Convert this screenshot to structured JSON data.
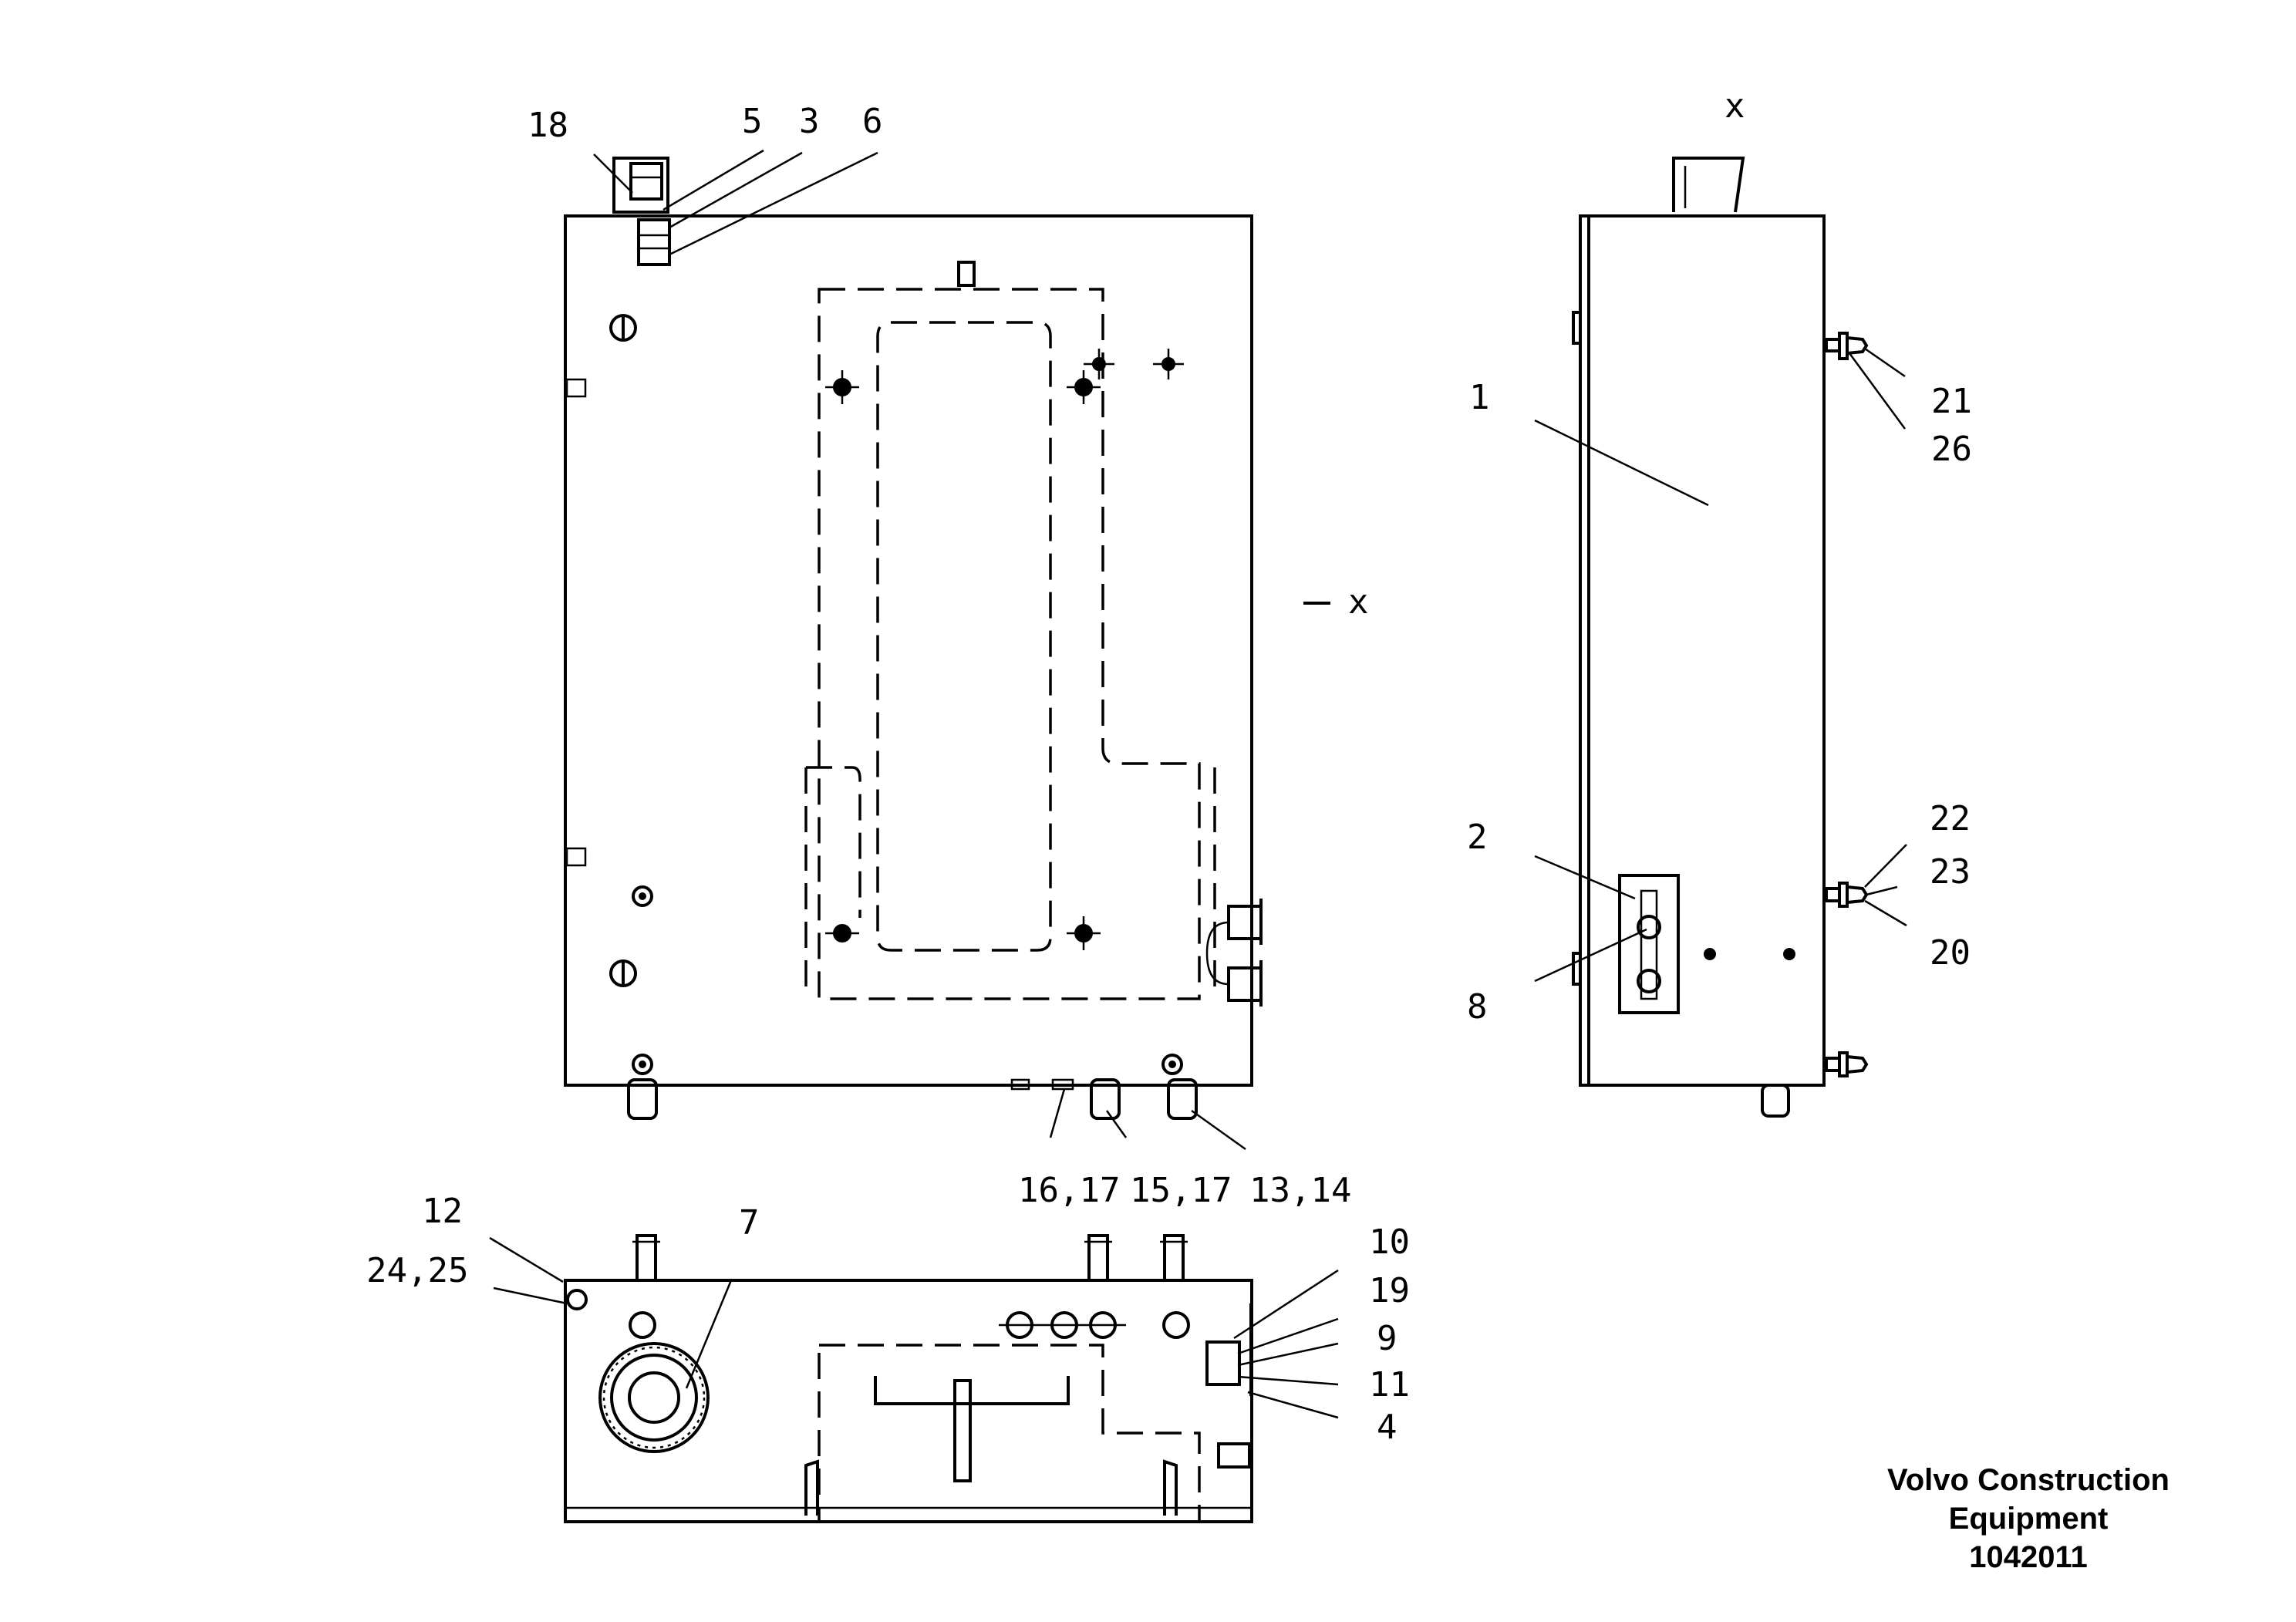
{
  "callouts": {
    "c18": "18",
    "c5": "5",
    "c3": "3",
    "c6": "6",
    "cx_top": "x",
    "cx_side": "x",
    "c1": "1",
    "c21": "21",
    "c26": "26",
    "c2": "2",
    "c8": "8",
    "c22": "22",
    "c23": "23",
    "c20": "20",
    "c16_17": "16,17",
    "c15_17": "15,17",
    "c13_14": "13,14",
    "c12": "12",
    "c24_25": "24,25",
    "c7": "7",
    "c10": "10",
    "c19": "19",
    "c9": "9",
    "c11": "11",
    "c4": "4"
  },
  "credit": {
    "line1": "Volvo Construction",
    "line2": "Equipment",
    "line3": "1042011"
  }
}
